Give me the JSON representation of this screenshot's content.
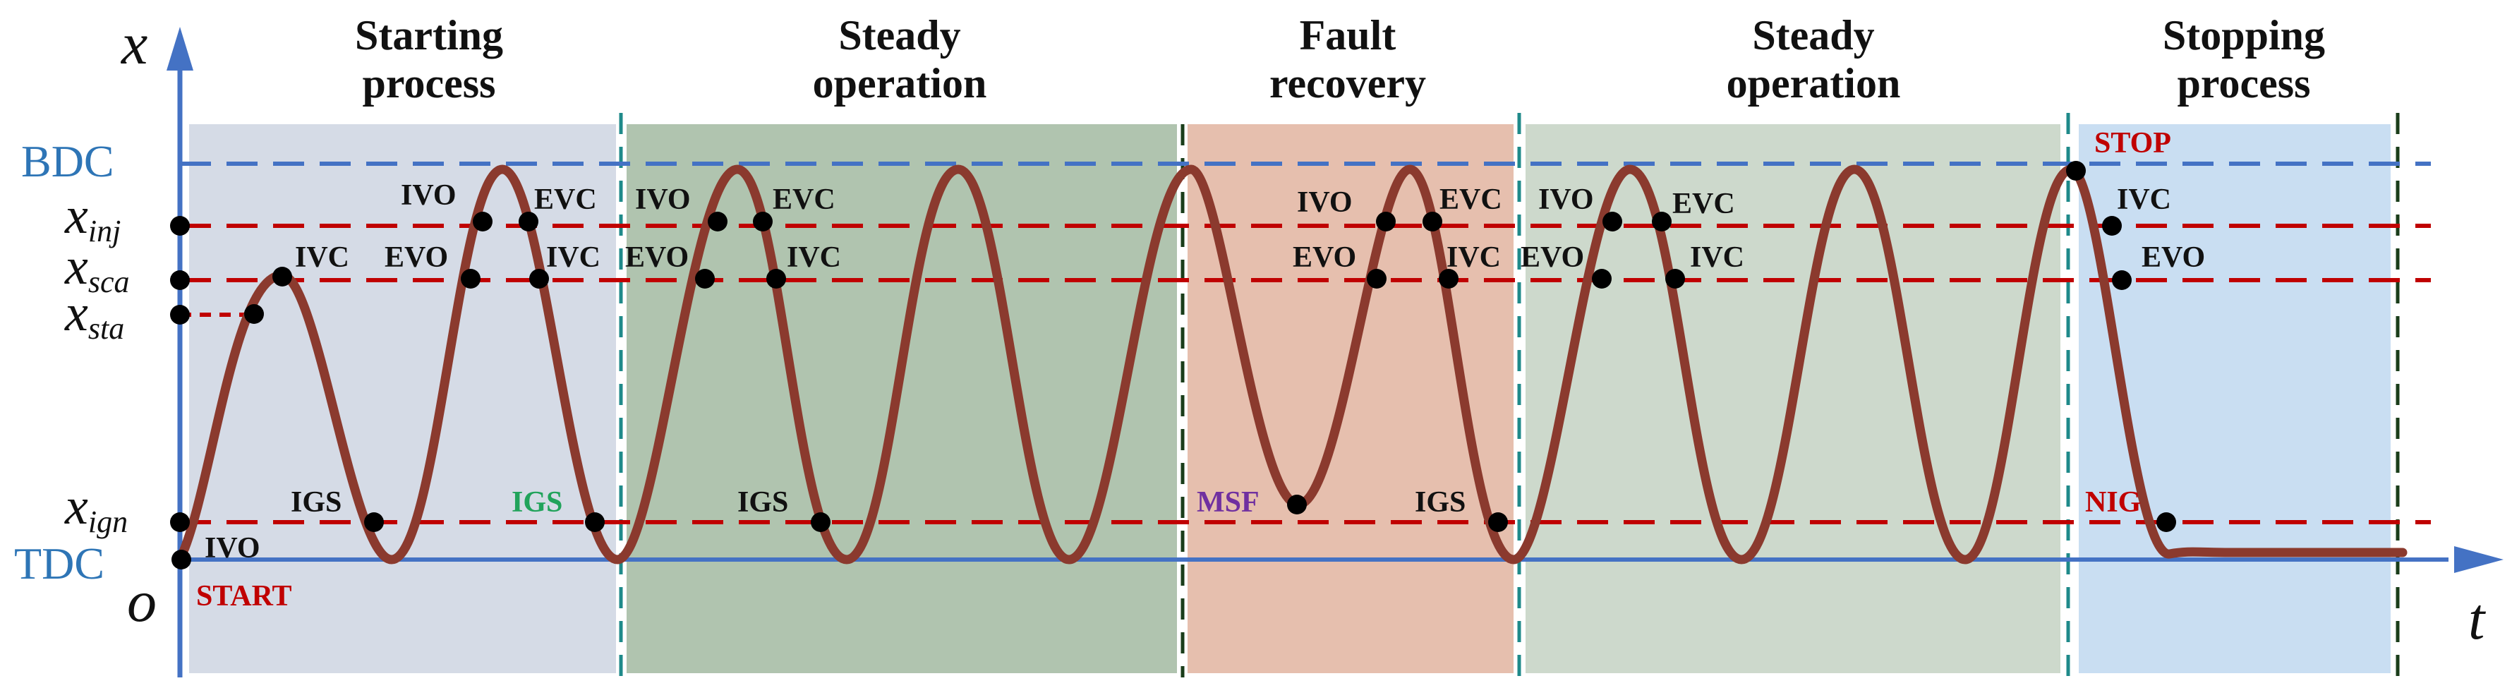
{
  "diagram": {
    "axes": {
      "x_label": "t",
      "y_label": "x",
      "origin": "o"
    },
    "reference_lines": [
      {
        "key": "BDC",
        "label": "BDC"
      },
      {
        "key": "TDC",
        "label": "TDC"
      },
      {
        "key": "xinj",
        "label_main": "x",
        "label_sub": "inj"
      },
      {
        "key": "xsca",
        "label_main": "x",
        "label_sub": "sca"
      },
      {
        "key": "xsta",
        "label_main": "x",
        "label_sub": "sta"
      },
      {
        "key": "xign",
        "label_main": "x",
        "label_sub": "ign"
      }
    ],
    "phases": [
      {
        "line1": "Starting",
        "line2": "process",
        "color": "#d5dbe6"
      },
      {
        "line1": "Steady",
        "line2": "operation",
        "color": "#b0c4af"
      },
      {
        "line1": "Fault",
        "line2": "recovery",
        "color": "#e6bfae"
      },
      {
        "line1": "Steady",
        "line2": "operation",
        "color": "#cdd9cc"
      },
      {
        "line1": "Stopping",
        "line2": "process",
        "color": "#c9def2"
      }
    ],
    "events": {
      "ivo_1": "IVO",
      "start": "START",
      "ivc_1": "IVC",
      "igs_1": "IGS",
      "ivo_2": "IVO",
      "evc_2": "EVC",
      "evo_2": "EVO",
      "ivc_2": "IVC",
      "igs_2": "IGS",
      "ivo_3": "IVO",
      "evc_3": "EVC",
      "evo_3": "EVO",
      "ivc_3": "IVC",
      "igs_3": "IGS",
      "ivo_4": "IVO",
      "evc_4": "EVC",
      "evo_4": "EVO",
      "ivc_4": "IVC",
      "msf": "MSF",
      "igs_4": "IGS",
      "ivo_5": "IVO",
      "evc_5": "EVC",
      "evo_5": "EVO",
      "ivc_5": "IVC",
      "stop": "STOP",
      "ivc_6": "IVC",
      "evo_6": "EVO",
      "nig": "NIG"
    },
    "colors": {
      "axis": "#4472c4",
      "bdc_line": "#4472c4",
      "tdc_line": "#4472c4",
      "threshold_line": "#c00000",
      "curve": "#8b3a2e",
      "marker": "#000000",
      "divider_teal": "#1f8a8a",
      "divider_dark": "#1a3d1a"
    }
  }
}
